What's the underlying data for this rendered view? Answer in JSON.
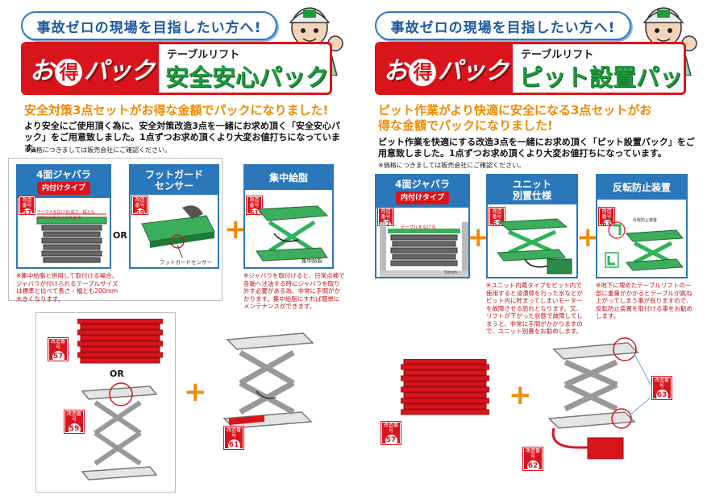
{
  "slogan": "事故ゼロの現場を目指したい方へ!",
  "hero": {
    "pack_prefix": "お",
    "pack_circle": "得",
    "pack_suffix": "パック",
    "subtitle": "テーブルリフト"
  },
  "badge_label": "改造番号",
  "left": {
    "title": "安全安心パック",
    "headline": "安全対策3点セットがお得な金額でパックになりました!",
    "desc": "より安全にご使用頂く為に、安全対策改造3点を一緒にお求め頂く「安全安心パック」をご用意致しました。1点ずつお求め頂くより大変お値打ちになっています。",
    "note": "※価格につきましては販売会社にご確認ください。",
    "cards": [
      {
        "title": "4面ジャバラ",
        "sub": "内付けタイプ",
        "badge": "57",
        "inner_label": "テーブルを広げる(長さ・幅とも200mm大きくなります)",
        "caption": "※集中給脂と併用して取付ける場合、ジャバラが付けられるテーブルサイズは標準と比べて長さ・幅とも200mm大きくなります。"
      },
      {
        "title": "フットガード\nセンサー",
        "badge": "59",
        "inner_label": "フットガードセンサー"
      },
      {
        "title": "集中給脂",
        "badge": "61",
        "inner_label": "集中給脂",
        "caption": "※ジャバラを取付けると、日常点検で各軸へ注油する時にジャバラを取り外す必要がある為、非常に手間がかかります。集中給脂にすれば簡単にメンテナンスができます。"
      }
    ],
    "or_label": "OR",
    "bottom_badges": [
      "57",
      "59",
      "61"
    ]
  },
  "right": {
    "title": "ピット設置パック",
    "headline": "ピット作業がより快適に安全になる3点セットがお得な金額でパックになりました!",
    "desc": "ピット作業を快適にする改造3点を一緒にお求め頂く「ピット設置パック」をご用意致しました。1点ずつお求め頂くより大変お値打ちになっています。",
    "note": "※価格につきましては販売会社にご確認ください。",
    "cards": [
      {
        "title": "4面ジャバラ",
        "sub": "内付けタイプ",
        "badge": "57",
        "inner_label": "テーブルを広げる",
        "dim": "50mm"
      },
      {
        "title": "ユニット\n別置仕様",
        "badge": "62",
        "caption": "※ユニット内蔵タイプをピット内で使用すると浸漬弊を行った水などがピット内に貯まってしまいモーターを故障させる恐れとなります。又、リフトが下がった状態で故障してしまうと、非常に手間がかかりますので、ユニット別置をお勧めします。"
      },
      {
        "title": "反転防止装置",
        "badge": "63",
        "inner_label": "反転防止装置",
        "caption": "※地下に埋めたテーブルリフトの一部に重量がかかるとテーブルが跳ね上がってしまう事が有りますので、反転防止装置を取付ける事をお勧めします。"
      }
    ],
    "bottom_badges": [
      "57",
      "62",
      "63"
    ]
  },
  "colors": {
    "brand_red": "#d9141b",
    "brand_blue": "#2a78b9",
    "accent_orange": "#f08a00",
    "brand_green": "#1e9a3a",
    "lift_green": "#2fb35a"
  }
}
